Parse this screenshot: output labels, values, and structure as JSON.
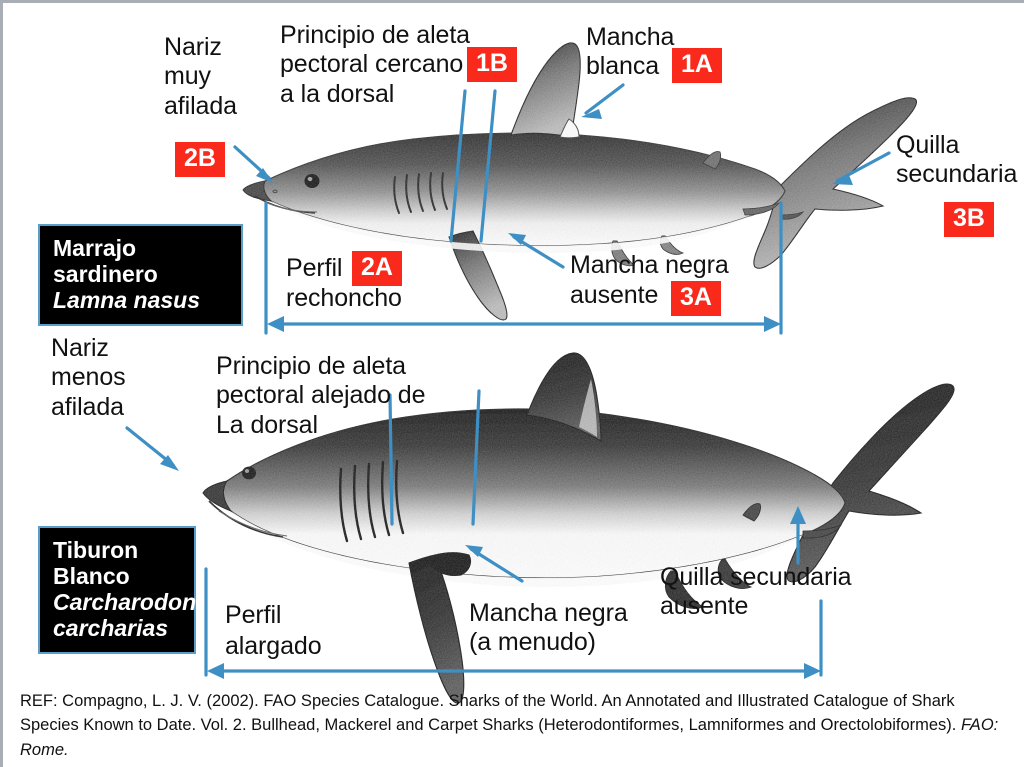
{
  "figure": {
    "title": "Comparacion Marrajo sardinero vs Tiburon Blanco",
    "accent_red": "#f92a1c",
    "accent_blue": "#3e8fc4",
    "background": "#ffffff"
  },
  "badges": [
    {
      "id": "1A",
      "label": "1A"
    },
    {
      "id": "1B",
      "label": "1B"
    },
    {
      "id": "2A",
      "label": "2A"
    },
    {
      "id": "2B",
      "label": "2B"
    },
    {
      "id": "3A",
      "label": "3A"
    },
    {
      "id": "3B",
      "label": "3B"
    }
  ],
  "top_panel": {
    "species": {
      "common_name": "Marrajo sardinero",
      "scientific_name": "Lamna  nasus"
    },
    "labels": {
      "nose": "Nariz\nmuy\nafilada",
      "pectoral": "Principio de aleta\npectoral cercano\na la dorsal",
      "white_patch": "Mancha\nblanca",
      "keel": "Quilla\nsecundaria",
      "profile": "Perfil",
      "profile2": "rechoncho",
      "black_patch": "Mancha negra",
      "black_patch2": "ausente"
    }
  },
  "bottom_panel": {
    "species": {
      "common_name": "Tiburon\nBlanco",
      "scientific_name": "Carcharodon\ncarcharias"
    },
    "labels": {
      "nose": "Nariz\nmenos\nafilada",
      "pectoral": "Principio de aleta\npectoral alejado de\nLa dorsal",
      "black_patch": "Mancha negra\n(a menudo)",
      "keel_absent": "Quilla secundaria\nausente",
      "profile": "Perfil",
      "profile2": " alargado"
    }
  },
  "reference": {
    "part1": "REF: Compagno, L. J. V. (2002). FAO Species Catalogue. Sharks of the World. An Annotated and Illustrated Catalogue of Shark Species Known to Date. Vol. 2. Bullhead, Mackerel and Carpet Sharks (Heterodontiformes, Lamniformes and Orectolobiformes). ",
    "part2": "FAO: Rome."
  }
}
